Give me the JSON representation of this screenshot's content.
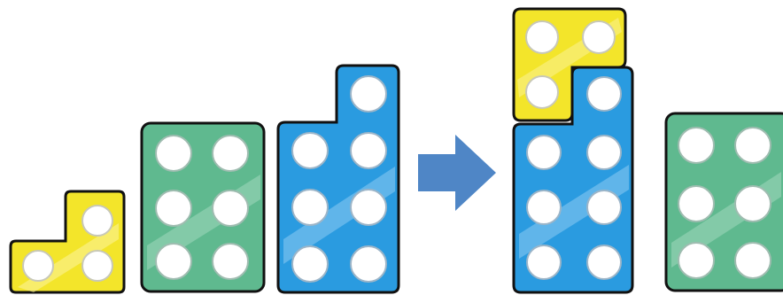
{
  "colors": {
    "background": "#ffffff",
    "outline": "#111111",
    "hole": "#ffffff",
    "hole_shadow": "#b9c4cc",
    "yellow": "#f3e52a",
    "yellow_light": "#fbf4a0",
    "green": "#5fb98f",
    "green_light": "#a7dcc1",
    "blue": "#2a9be0",
    "blue_light": "#8ccbf2",
    "arrow": "#4f86c6"
  },
  "scene": {
    "left_group": [
      "number-3-rod",
      "number-6-rod",
      "number-7-rod"
    ],
    "operator": "arrow-right-icon",
    "right_group": [
      "number-7-rod-with-number-3-rod-on-top",
      "number-6-rod"
    ]
  },
  "pieces": {
    "rod_3": {
      "value": 3,
      "color": "yellow",
      "holes": 3
    },
    "rod_6": {
      "value": 6,
      "color": "green",
      "holes": 6
    },
    "rod_7": {
      "value": 7,
      "color": "blue",
      "holes": 7
    }
  }
}
